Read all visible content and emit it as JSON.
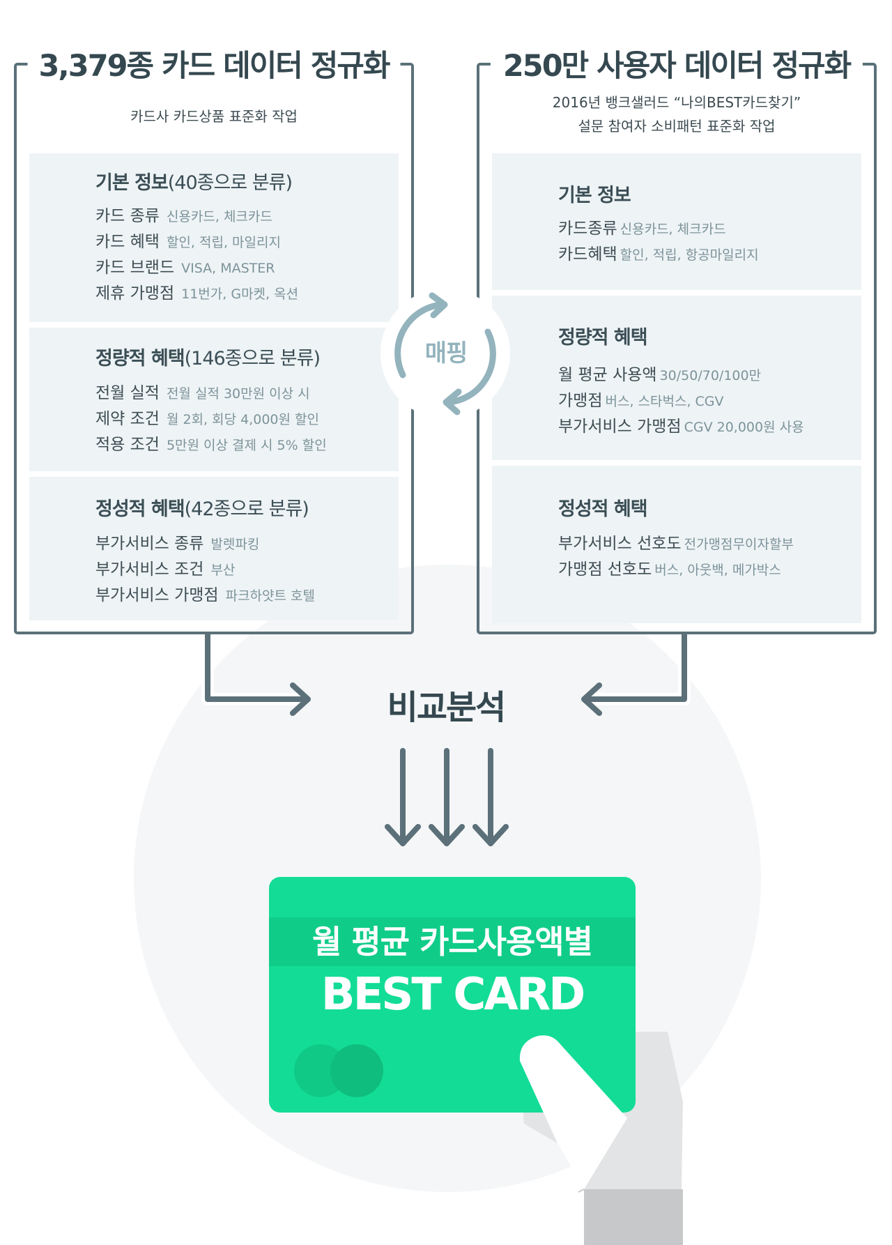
{
  "left_panel": {
    "title": "3,379종 카드 데이터 정규화",
    "subtitle": "카드사 카드상품 표준화 작업",
    "sections": [
      {
        "title": "기본 정보",
        "note": "(40종으로 분류)",
        "rows": [
          {
            "label": "카드 종류",
            "value": "신용카드, 체크카드"
          },
          {
            "label": "카드 혜택",
            "value": "할인, 적립, 마일리지"
          },
          {
            "label": "카드 브랜드",
            "value": "VISA, MASTER"
          },
          {
            "label": "제휴 가맹점",
            "value": "11번가, G마켓, 옥션"
          }
        ]
      },
      {
        "title": "정량적 혜택",
        "note": "(146종으로 분류)",
        "rows": [
          {
            "label": "전월 실적",
            "value": "전월 실적 30만원 이상 시"
          },
          {
            "label": "제약 조건",
            "value": "월 2회, 회당 4,000원 할인"
          },
          {
            "label": "적용 조건",
            "value": "5만원 이상 결제 시 5% 할인"
          }
        ]
      },
      {
        "title": "정성적 혜택",
        "note": "(42종으로 분류)",
        "rows": [
          {
            "label": "부가서비스 종류",
            "value": "발렛파킹"
          },
          {
            "label": "부가서비스 조건",
            "value": "부산"
          },
          {
            "label": "부가서비스 가맹점",
            "value": "파크하얏트 호텔"
          }
        ]
      }
    ]
  },
  "right_panel": {
    "title": "250만 사용자 데이터 정규화",
    "subtitle_line1": "2016년 뱅크샐러드 “나의BEST카드찾기”",
    "subtitle_line2": "설문 참여자 소비패턴 표준화 작업",
    "sections": [
      {
        "title": "기본 정보",
        "rows": [
          {
            "label": "카드종류",
            "value": "신용카드, 체크카드"
          },
          {
            "label": "카드혜택",
            "value": "할인, 적립, 항공마일리지"
          }
        ]
      },
      {
        "title": "정량적 혜택",
        "rows": [
          {
            "label": "월 평균 사용액",
            "value": "30/50/70/100만"
          },
          {
            "label": "가맹점",
            "value": "버스, 스타벅스, CGV"
          },
          {
            "label": "부가서비스 가맹점",
            "value": "CGV 20,000원 사용"
          }
        ]
      },
      {
        "title": "정성적 혜택",
        "rows": [
          {
            "label": "부가서비스 선호도",
            "value": "전가맹점무이자할부"
          },
          {
            "label": "가맹점 선호도",
            "value": "버스, 아웃백, 메가박스"
          }
        ]
      }
    ]
  },
  "mapping_label": "매핑",
  "compare_label": "비교분석",
  "card": {
    "line1": "월 평균 카드사용액별",
    "line2": "BEST CARD"
  },
  "colors": {
    "panel_border": "#5b7079",
    "box_bg": "#eef3f5",
    "mapping": "#93b3bd",
    "card_green": "#13dc96",
    "arrow": "#5b7079"
  },
  "icons": [
    "mapping-cycle-icon",
    "arrow-right-icon",
    "arrow-left-icon",
    "arrow-down-icon",
    "hand-icon",
    "card-logo-icon"
  ]
}
